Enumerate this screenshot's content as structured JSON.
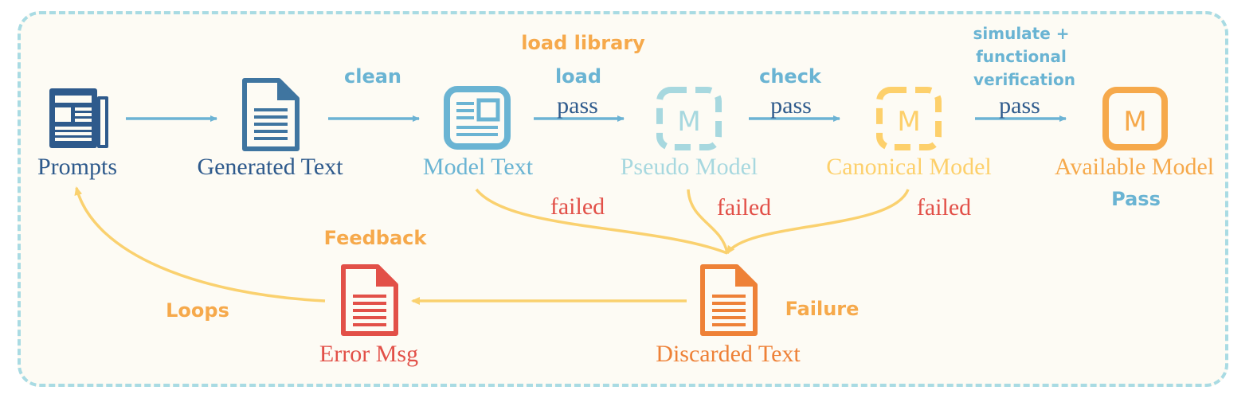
{
  "nodes": {
    "prompts": "Prompts",
    "generated": "Generated Text",
    "model_text": "Model Text",
    "pseudo": "Pseudo Model",
    "canonical": "Canonical Model",
    "available": "Available Model",
    "error": "Error Msg",
    "discarded": "Discarded Text"
  },
  "edges": {
    "clean": "clean",
    "load_library": "load library",
    "load": "load",
    "pass1": "pass",
    "check": "check",
    "pass2": "pass",
    "simulate_1": "simulate +",
    "simulate_2": "functional",
    "simulate_3": "verification",
    "pass3": "pass",
    "failed1": "failed",
    "failed2": "failed",
    "failed3": "failed",
    "feedback": "Feedback",
    "loops": "Loops",
    "failure": "Failure",
    "pass_final": "Pass"
  },
  "icon_letters": {
    "pseudo": "M",
    "canonical": "M",
    "available": "M"
  },
  "colors": {
    "dark_blue": "#2e5a8c",
    "steel_blue": "#4d86ad",
    "light_blue": "#6ab4d3",
    "pale_teal": "#a7d8df",
    "yellow": "#fdd06b",
    "orange": "#f6a94b",
    "red": "#e25048",
    "dark_orange": "#ee8137",
    "arrow_blue": "#6cb3d4",
    "arrow_yellow": "#fad16f",
    "frame": "#a9dbe3"
  }
}
